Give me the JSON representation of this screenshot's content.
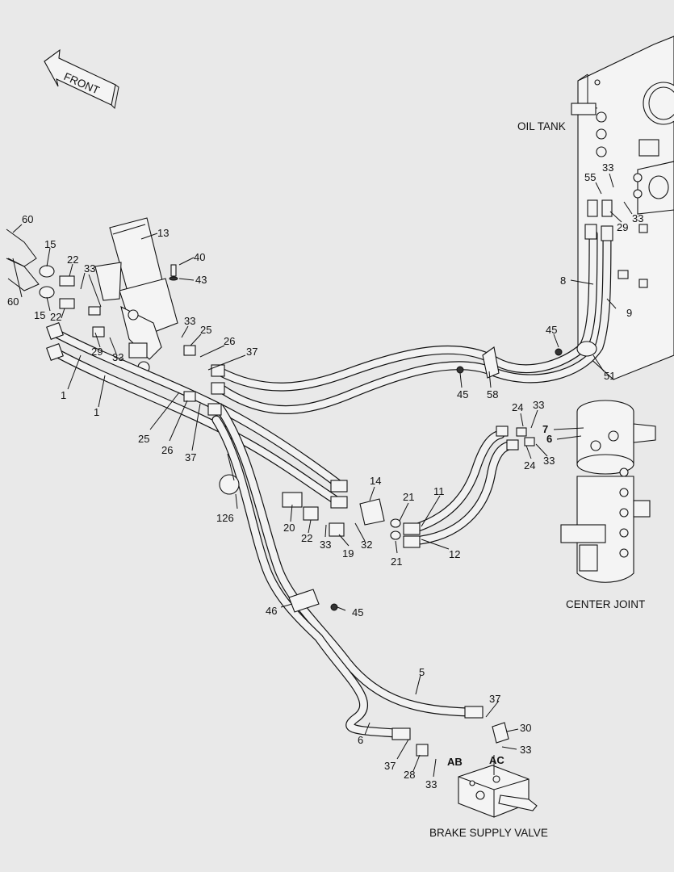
{
  "captions": {
    "front": "FRONT",
    "oil_tank": "OIL TANK",
    "center_joint": "CENTER JOINT",
    "brake_supply_valve": "BRAKE SUPPLY VALVE"
  },
  "port_labels": {
    "ab": "AB",
    "ac": "AC",
    "port_7": "7",
    "port_6": "6"
  },
  "callouts": [
    "60",
    "60",
    "15",
    "15",
    "22",
    "22",
    "33",
    "33",
    "29",
    "13",
    "40",
    "43",
    "33",
    "25",
    "26",
    "37",
    "25",
    "26",
    "37",
    "1",
    "1",
    "55",
    "33",
    "33",
    "29",
    "8",
    "9",
    "45",
    "51",
    "45",
    "58",
    "24",
    "33",
    "24",
    "33",
    "14",
    "21",
    "21",
    "11",
    "12",
    "20",
    "22",
    "33",
    "19",
    "32",
    "126",
    "46",
    "45",
    "5",
    "37",
    "30",
    "33",
    "6",
    "37",
    "28",
    "33"
  ]
}
